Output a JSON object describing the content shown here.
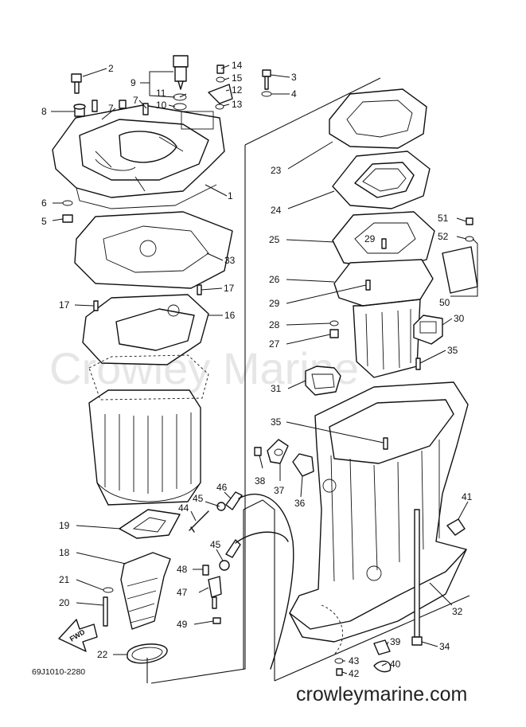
{
  "diagram_code": "69J1010-2280",
  "watermark": "Crowley Marine",
  "site": "crowleymarine.com",
  "fwd_label": "FWD",
  "callouts": [
    {
      "label": "1"
    },
    {
      "label": "2"
    },
    {
      "label": "3"
    },
    {
      "label": "4"
    },
    {
      "label": "5"
    },
    {
      "label": "6"
    },
    {
      "label": "7"
    },
    {
      "label": "7"
    },
    {
      "label": "8"
    },
    {
      "label": "9"
    },
    {
      "label": "10"
    },
    {
      "label": "11"
    },
    {
      "label": "12"
    },
    {
      "label": "13"
    },
    {
      "label": "14"
    },
    {
      "label": "15"
    },
    {
      "label": "16"
    },
    {
      "label": "17"
    },
    {
      "label": "17"
    },
    {
      "label": "18"
    },
    {
      "label": "19"
    },
    {
      "label": "20"
    },
    {
      "label": "21"
    },
    {
      "label": "22"
    },
    {
      "label": "23"
    },
    {
      "label": "24"
    },
    {
      "label": "25"
    },
    {
      "label": "26"
    },
    {
      "label": "27"
    },
    {
      "label": "28"
    },
    {
      "label": "29"
    },
    {
      "label": "29"
    },
    {
      "label": "30"
    },
    {
      "label": "31"
    },
    {
      "label": "32"
    },
    {
      "label": "33"
    },
    {
      "label": "34"
    },
    {
      "label": "35"
    },
    {
      "label": "35"
    },
    {
      "label": "36"
    },
    {
      "label": "37"
    },
    {
      "label": "38"
    },
    {
      "label": "39"
    },
    {
      "label": "40"
    },
    {
      "label": "41"
    },
    {
      "label": "42"
    },
    {
      "label": "43"
    },
    {
      "label": "44"
    },
    {
      "label": "45"
    },
    {
      "label": "45"
    },
    {
      "label": "46"
    },
    {
      "label": "47"
    },
    {
      "label": "48"
    },
    {
      "label": "49"
    },
    {
      "label": "50"
    },
    {
      "label": "51"
    },
    {
      "label": "52"
    }
  ]
}
